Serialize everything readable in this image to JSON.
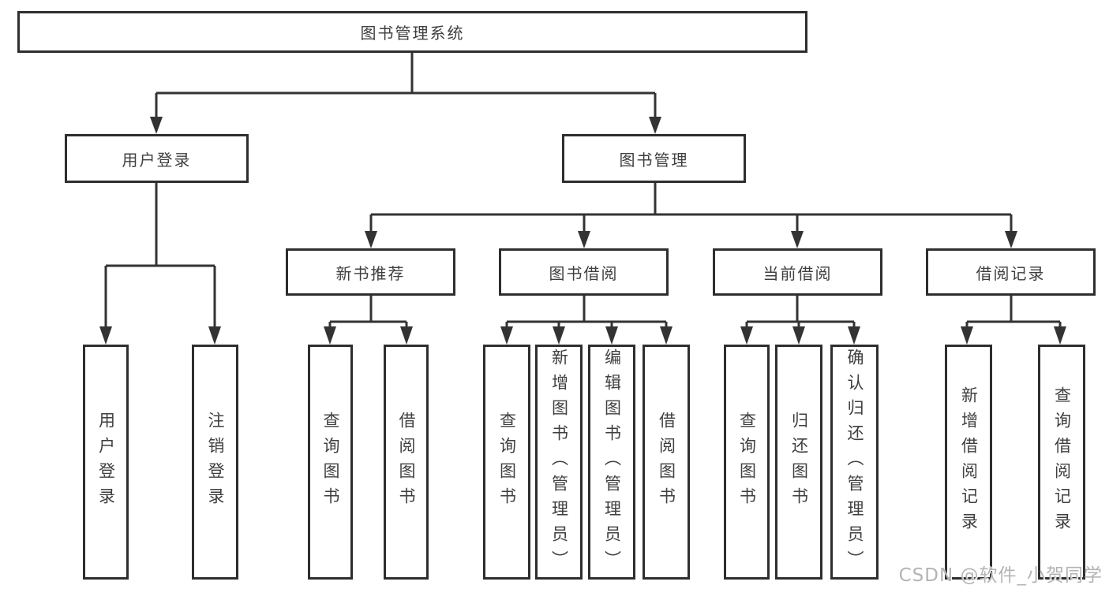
{
  "tree": {
    "root": {
      "label": "图书管理系统"
    },
    "branches": [
      {
        "label": "用户登录",
        "leaves": [
          {
            "label": "用户登录"
          },
          {
            "label": "注销登录"
          }
        ]
      },
      {
        "label": "图书管理",
        "groups": [
          {
            "label": "新书推荐",
            "leaves": [
              {
                "label": "查询图书"
              },
              {
                "label": "借阅图书"
              }
            ]
          },
          {
            "label": "图书借阅",
            "leaves": [
              {
                "label": "查询图书"
              },
              {
                "label": "新增图书（管理员）"
              },
              {
                "label": "编辑图书（管理员）"
              },
              {
                "label": "借阅图书"
              }
            ]
          },
          {
            "label": "当前借阅",
            "leaves": [
              {
                "label": "查询图书"
              },
              {
                "label": "归还图书"
              },
              {
                "label": "确认归还（管理员）"
              }
            ]
          },
          {
            "label": "借阅记录",
            "leaves": [
              {
                "label": "新增借阅记录"
              },
              {
                "label": "查询借阅记录"
              }
            ]
          }
        ]
      }
    ]
  },
  "watermark": {
    "text": "CSDN @软件_小贺同学"
  },
  "colors": {
    "line": "#333333",
    "box_border": "#2e2e2e",
    "text": "#3f3f3f",
    "watermark": "#b4b4b4",
    "background": "#ffffff"
  }
}
